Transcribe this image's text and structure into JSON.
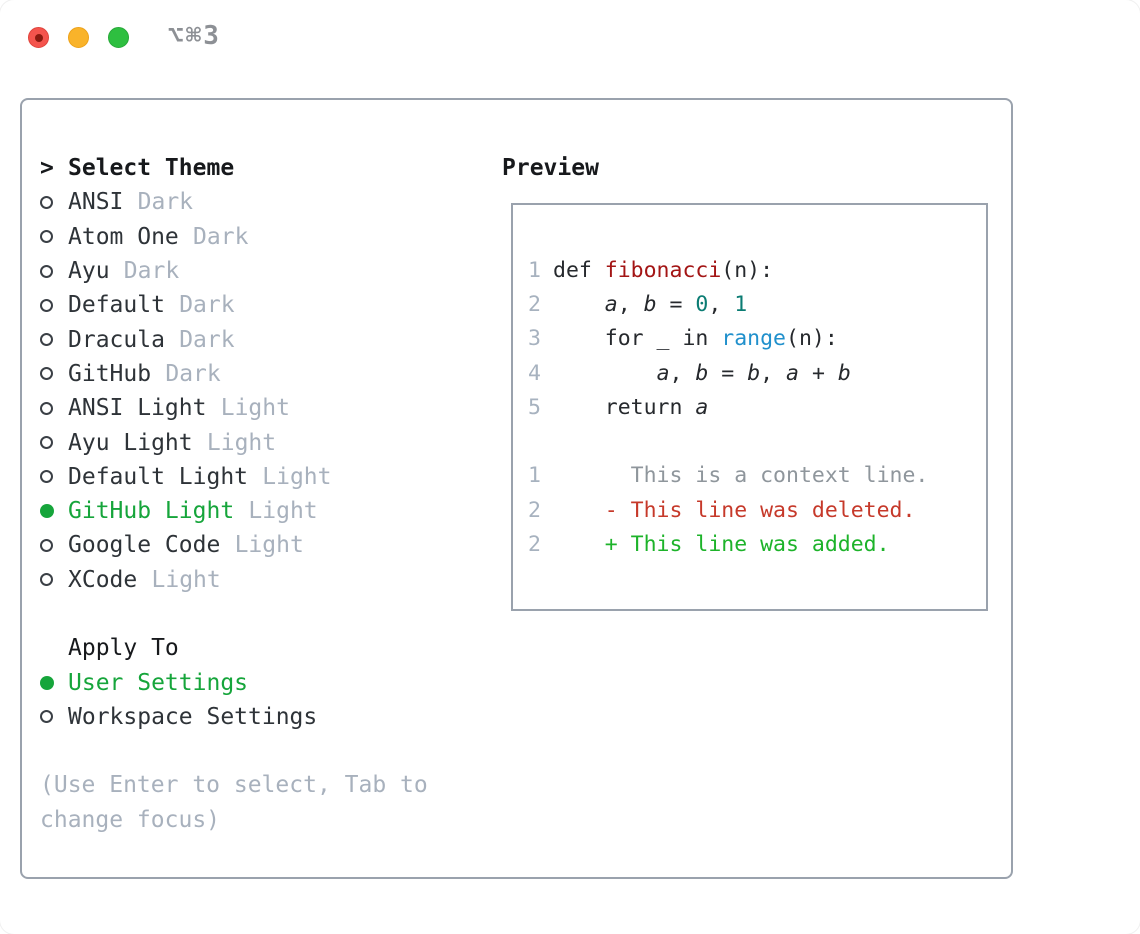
{
  "window": {
    "titlebar": {
      "shortcut": "⌥⌘3"
    }
  },
  "colors": {
    "selected_green": "#16a53b",
    "panel_border": "#9aa2ad",
    "theme_name": "#2e3338",
    "tag_gray": "#a8b1bd",
    "func_red": "#a31515",
    "number_teal": "#0b7c73",
    "builtin_blue": "#2090cc",
    "diff_deleted": "#c6392a",
    "diff_added": "#1db32a",
    "traffic_red": "#f4544d",
    "traffic_yellow": "#f9b32a",
    "traffic_green": "#2ebf40"
  },
  "theme_panel": {
    "header": {
      "marker": ">",
      "label": "Select Theme"
    },
    "themes": [
      {
        "name": "ANSI",
        "tag": "Dark",
        "selected": false
      },
      {
        "name": "Atom One",
        "tag": "Dark",
        "selected": false
      },
      {
        "name": "Ayu",
        "tag": "Dark",
        "selected": false
      },
      {
        "name": "Default",
        "tag": "Dark",
        "selected": false
      },
      {
        "name": "Dracula",
        "tag": "Dark",
        "selected": false
      },
      {
        "name": "GitHub",
        "tag": "Dark",
        "selected": false
      },
      {
        "name": "ANSI Light",
        "tag": "Light",
        "selected": false
      },
      {
        "name": "Ayu Light",
        "tag": "Light",
        "selected": false
      },
      {
        "name": "Default Light",
        "tag": "Light",
        "selected": false
      },
      {
        "name": "GitHub Light",
        "tag": "Light",
        "selected": true
      },
      {
        "name": "Google Code",
        "tag": "Light",
        "selected": false
      },
      {
        "name": "XCode",
        "tag": "Light",
        "selected": false
      }
    ],
    "apply_to": {
      "label": "Apply To",
      "options": [
        {
          "name": "User Settings",
          "selected": true
        },
        {
          "name": "Workspace Settings",
          "selected": false
        }
      ]
    },
    "hint": "(Use Enter to select, Tab to change focus)"
  },
  "preview": {
    "label": "Preview",
    "code_lines": [
      {
        "num": "1",
        "tokens": [
          {
            "t": "def ",
            "c": "code"
          },
          {
            "t": "fibonacci",
            "c": "func"
          },
          {
            "t": "(n):",
            "c": "code"
          }
        ]
      },
      {
        "num": "2",
        "tokens": [
          {
            "t": "    ",
            "c": "code"
          },
          {
            "t": "a",
            "c": "var"
          },
          {
            "t": ", ",
            "c": "code"
          },
          {
            "t": "b",
            "c": "var"
          },
          {
            "t": " = ",
            "c": "code"
          },
          {
            "t": "0",
            "c": "num"
          },
          {
            "t": ", ",
            "c": "code"
          },
          {
            "t": "1",
            "c": "num"
          }
        ]
      },
      {
        "num": "3",
        "tokens": [
          {
            "t": "    for _ in ",
            "c": "code"
          },
          {
            "t": "range",
            "c": "builtin"
          },
          {
            "t": "(n):",
            "c": "code"
          }
        ]
      },
      {
        "num": "4",
        "tokens": [
          {
            "t": "        ",
            "c": "code"
          },
          {
            "t": "a",
            "c": "var"
          },
          {
            "t": ", ",
            "c": "code"
          },
          {
            "t": "b",
            "c": "var"
          },
          {
            "t": " = ",
            "c": "code"
          },
          {
            "t": "b",
            "c": "var"
          },
          {
            "t": ", ",
            "c": "code"
          },
          {
            "t": "a",
            "c": "var"
          },
          {
            "t": " + ",
            "c": "code"
          },
          {
            "t": "b",
            "c": "var"
          }
        ]
      },
      {
        "num": "5",
        "tokens": [
          {
            "t": "    return ",
            "c": "code"
          },
          {
            "t": "a",
            "c": "var"
          }
        ]
      },
      {
        "num": "",
        "tokens": []
      },
      {
        "num": "1",
        "tokens": [
          {
            "t": "      This is a context line.",
            "c": "context"
          }
        ]
      },
      {
        "num": "2",
        "tokens": [
          {
            "t": "    - This line was deleted.",
            "c": "deleted"
          }
        ]
      },
      {
        "num": "2",
        "tokens": [
          {
            "t": "    + This line was added.",
            "c": "added"
          }
        ]
      }
    ]
  }
}
